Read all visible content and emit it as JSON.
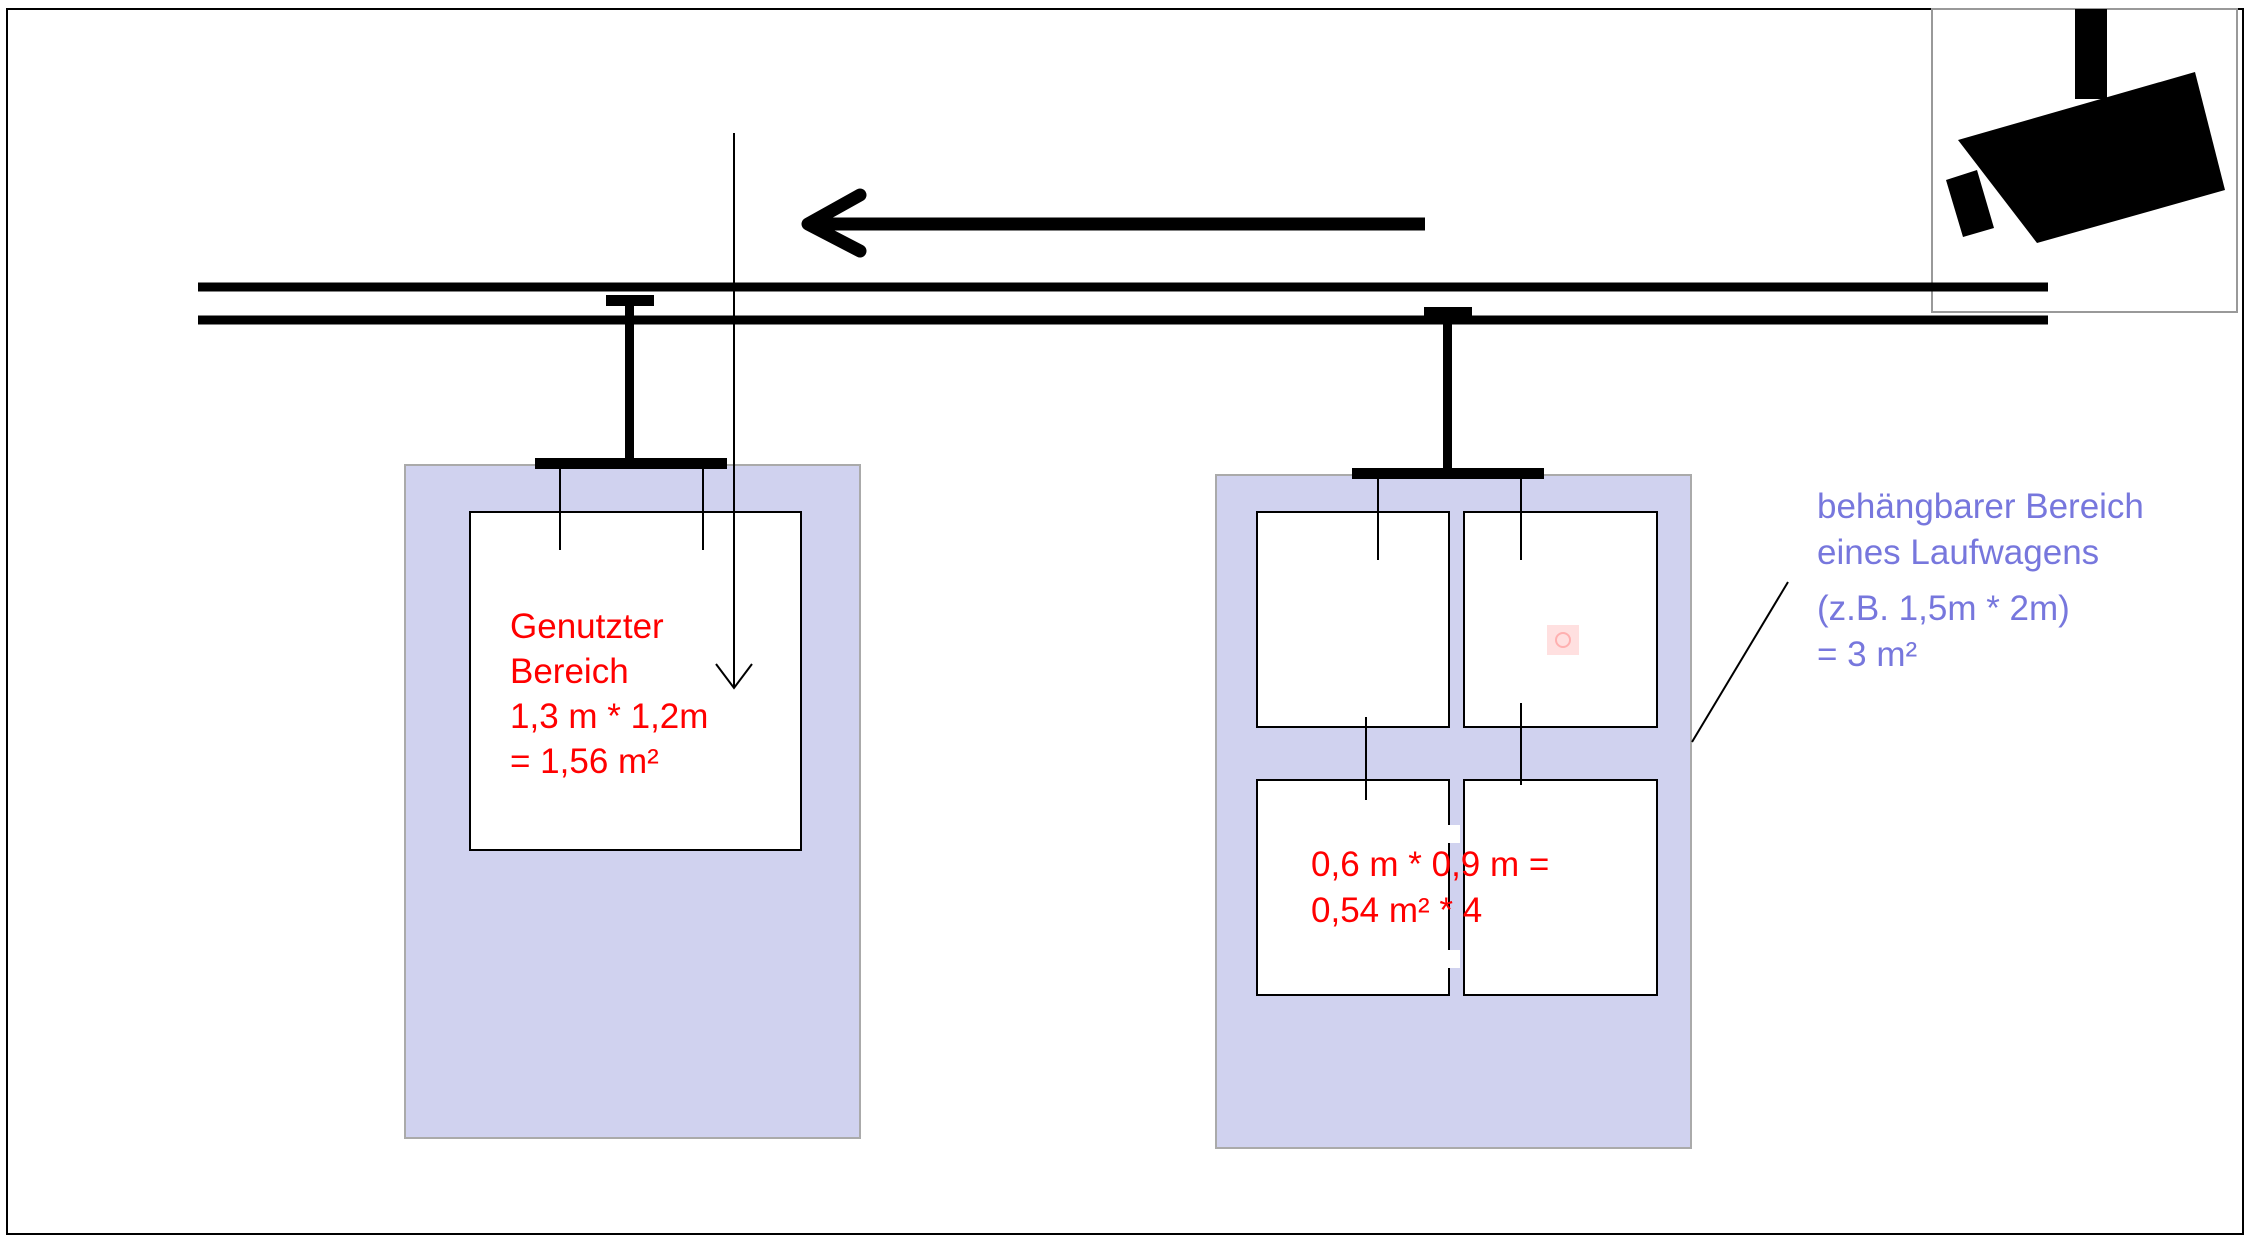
{
  "labels": {
    "used_area": {
      "lines": [
        "Genutzter",
        "Bereich",
        "1,3 m  * 1,2m",
        "= 1,56 m²"
      ]
    },
    "small_area": {
      "lines": [
        "0,6 m  * 0,9 m =",
        "0,54 m²   * 4"
      ]
    },
    "hangable_area": {
      "lines": [
        "behängbarer Bereich",
        "eines Laufwagens",
        "(z.B. 1,5m * 2m)",
        "= 3 m²"
      ]
    }
  },
  "colors": {
    "carrier_fill": "#d0d2ef",
    "red_text": "#ff0000",
    "blue_text": "#7777dd",
    "line": "#000000"
  },
  "icons": {
    "camera": "security-camera-icon",
    "direction": "arrow-left-icon"
  }
}
